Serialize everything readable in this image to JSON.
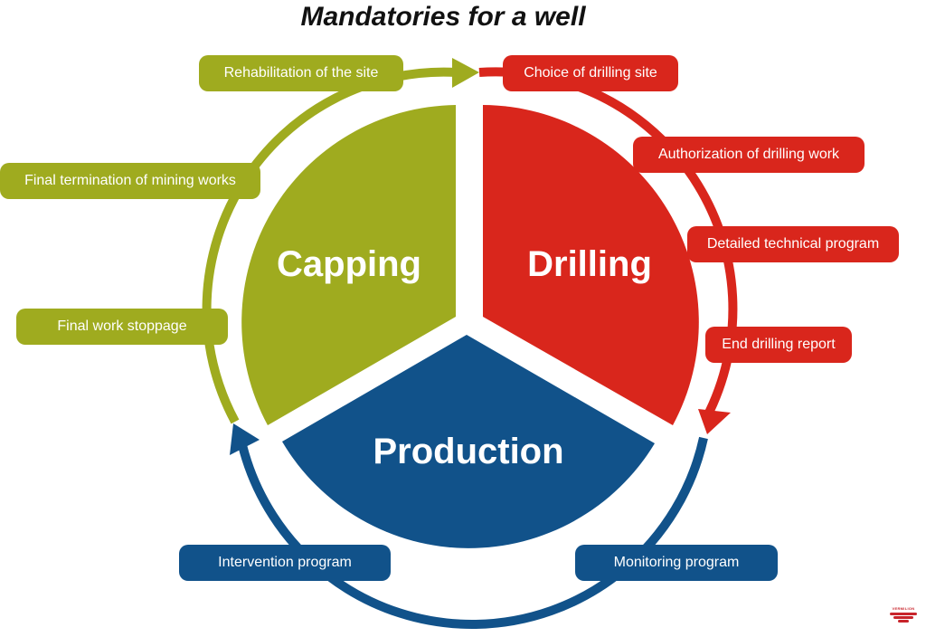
{
  "title": "Mandatories for a well",
  "colors": {
    "drilling": "#d9261c",
    "production": "#11528a",
    "capping": "#9fab1f"
  },
  "phases": {
    "drilling": "Drilling",
    "production": "Production",
    "capping": "Capping"
  },
  "steps": {
    "choice_site": "Choice of drilling site",
    "authorization": "Authorization of drilling work",
    "technical_program": "Detailed technical program",
    "end_report": "End drilling report",
    "monitoring": "Monitoring program",
    "intervention": "Intervention program",
    "final_stoppage": "Final work stoppage",
    "final_termination": "Final termination of mining works",
    "rehabilitation": "Rehabilitation of the site"
  },
  "logo": {
    "text": "VERMILION",
    "icon": "company-logo-icon"
  }
}
